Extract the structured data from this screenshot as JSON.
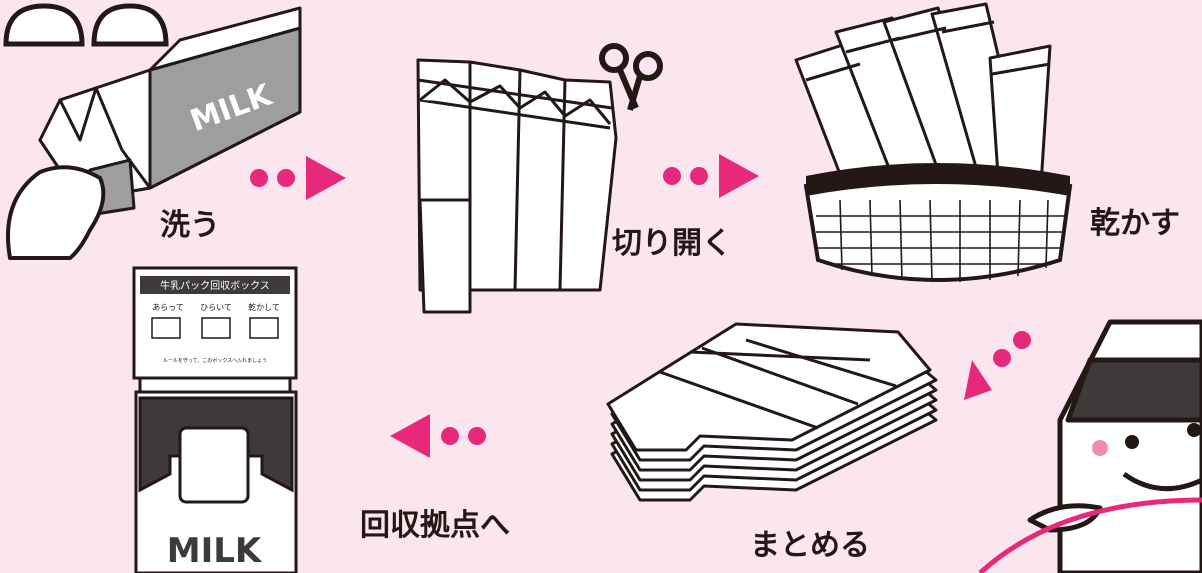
{
  "steps": {
    "wash": "洗う",
    "cut_open": "切り開く",
    "dry": "乾かす",
    "stack": "まとめる",
    "collect": "回収拠点へ"
  },
  "carton_text": "MILK",
  "collection_box": {
    "title": "牛乳パック回収ボックス",
    "step_1": "あらって",
    "step_2": "ひらいて",
    "step_3": "乾かして",
    "footer": "ルールを守って、このボックスへ入れましょう",
    "front_text": "MILK"
  },
  "colors": {
    "background": "#fbe6ef",
    "accent_pink": "#e8297b",
    "outline": "#231815",
    "carton_gray": "#9e9e9e",
    "dark_gray": "#3e3a39"
  }
}
